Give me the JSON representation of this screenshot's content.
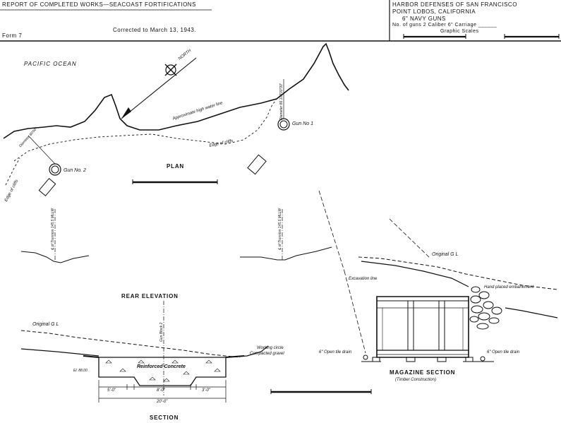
{
  "header": {
    "report_title": "REPORT OF COMPLETED WORKS—SEACOAST FORTIFICATIONS",
    "corrected": "Corrected to March 13, 1943.",
    "form": "Form 7",
    "defense": "HARBOR DEFENSES OF SAN FRANCISCO",
    "location": "POINT LOBOS, CALIFORNIA",
    "guns": "6\" NAVY GUNS",
    "counts_line": "No. of guns  2    Caliber  6\"    Carriage ______",
    "scales_label": "Graphic  Scales"
  },
  "plan": {
    "ocean": "PACIFIC   OCEAN",
    "north": "NORTH",
    "high_water": "Approximate high water line",
    "edge_cliffs_right": "Edge of cliffs",
    "edge_cliffs_left": "Edge of cliffs",
    "gun1": "Gun No 1",
    "gun2": "Gun No. 2",
    "gun1_elev": "Diameter 86 103'00\"00'",
    "gun2_elev": "Diameter 80'00\"",
    "title": "PLAN"
  },
  "rear_elevation": {
    "trunnion_left": "℄ of Trunnion 145.5 MLLW",
    "trunnion_right": "℄ of Trunnion 145.5 MLLW",
    "title": "REAR  ELEVATION"
  },
  "section": {
    "original_gl": "Original G L",
    "gun_block": "Gun Block 2",
    "working_circle": "Working circle",
    "compacted_gravel": "Compacted gravel",
    "concrete": "Reinforced Concrete",
    "elevation": "El. 88.00",
    "dim1": "5'-0\"",
    "dim2": "8'-0\"",
    "dim3": "3'-0\"",
    "total": "20'-0\"",
    "title": "SECTION"
  },
  "magazine": {
    "original_gl": "Original G L",
    "excavation": "Excavation line",
    "embankment": "Hand placed embankment",
    "drain_left": "6\" Open tile drain",
    "drain_right": "6\" Open tile drain",
    "title": "MAGAZINE SECTION",
    "subtitle": "(Timber Construction)"
  }
}
